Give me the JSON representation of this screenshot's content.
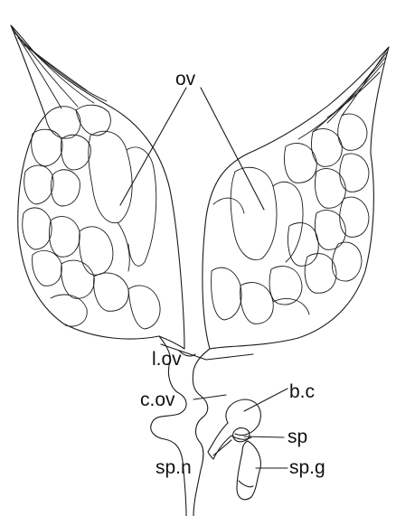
{
  "labels": {
    "ov": "ov",
    "l_ov": "l.ov",
    "c_ov": "c.ov",
    "sp_n": "sp.n",
    "b_c": "b.c",
    "sp": "sp",
    "sp_g": "sp.g"
  }
}
